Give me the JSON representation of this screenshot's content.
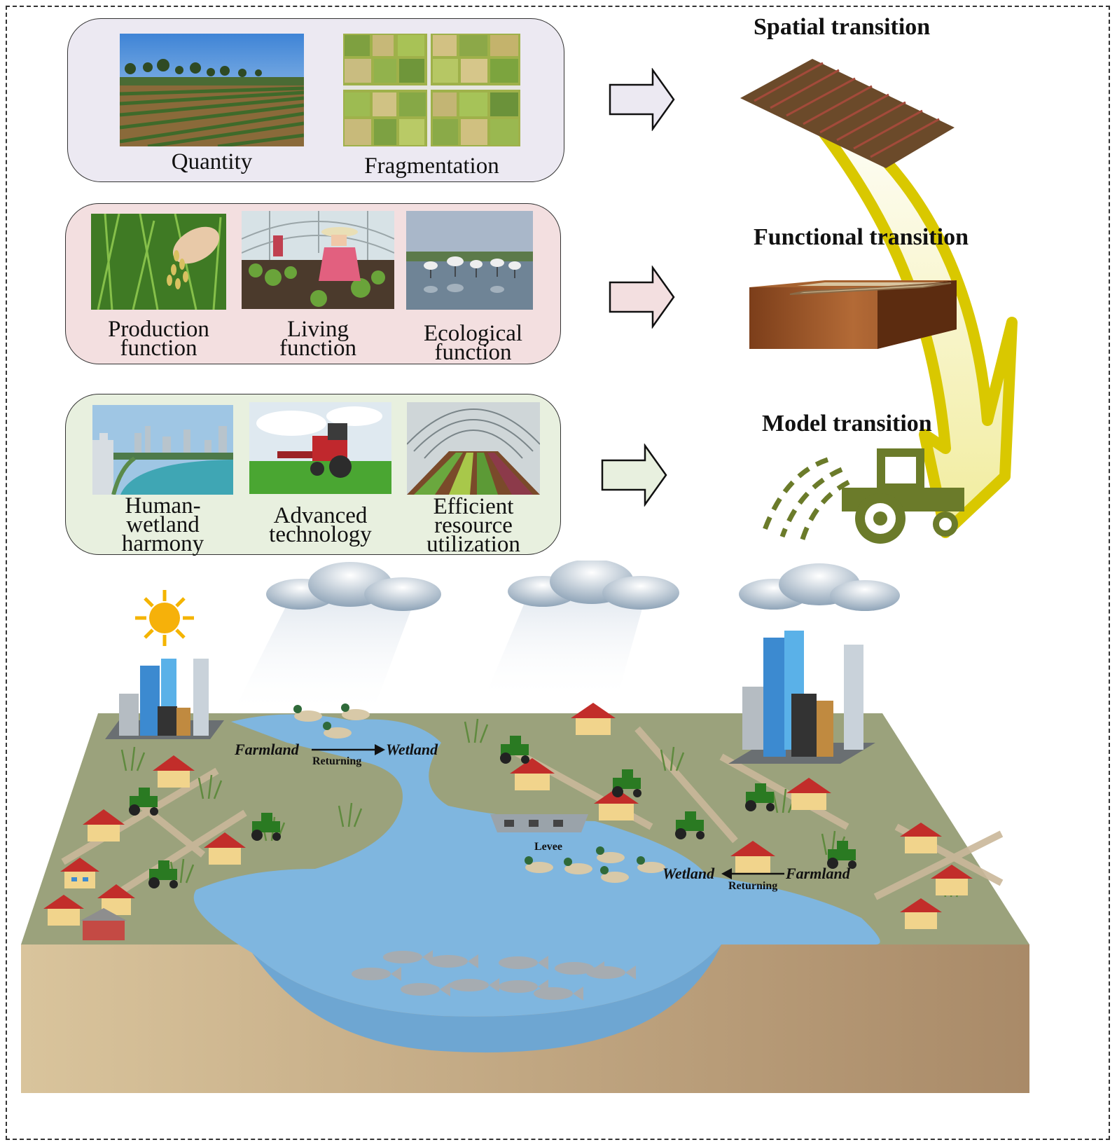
{
  "colors": {
    "panel_space": "#ece9f2",
    "panel_function": "#f3dfe0",
    "panel_model": "#e8f0df",
    "tractor": "#6b7b2a",
    "band": "#e3d400",
    "water": "#7fb6df",
    "soil": "#c9ad85",
    "land": "#9aa07c"
  },
  "panels": {
    "space": {
      "captions": [
        "Quantity",
        "Fragmentation"
      ]
    },
    "function": {
      "captions": [
        "Production\nfunction",
        "Living\nfunction",
        "Ecological\nfunction"
      ]
    },
    "model": {
      "captions": [
        "Human-\nwetland\nharmony",
        "Advanced\ntechnology",
        "Efficient\nresource\nutilization"
      ]
    }
  },
  "transitions": {
    "spatial": "Spatial transition",
    "functional": "Functional transition",
    "model": "Model transition"
  },
  "landscape": {
    "left_flow": {
      "from": "Farmland",
      "to": "Wetland",
      "sub": "Returning"
    },
    "right_flow": {
      "from": "Farmland",
      "to": "Wetland",
      "sub": "Returning"
    },
    "levee": "Levee"
  },
  "icons": [
    "right-arrow-icon",
    "sun-icon",
    "cloud-icon",
    "tractor-icon",
    "house-icon",
    "city-icon",
    "duck-icon",
    "fish-icon"
  ]
}
